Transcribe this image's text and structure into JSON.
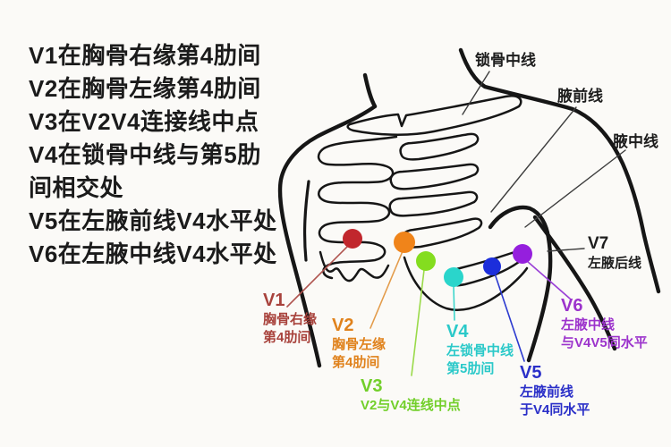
{
  "background_color": "#fbfaf7",
  "instructions": {
    "lines": [
      "V1在胸骨右缘第4肋间",
      "V2在胸骨左缘第4肋间",
      "V3在V2V4连接线中点",
      "V4在锁骨中线与第5肋",
      "间相交处",
      "V5在左腋前线V4水平处",
      "V6在左腋中线V4水平处"
    ]
  },
  "reference_lines": [
    {
      "id": "midclavicular-line",
      "label": "锁骨中线"
    },
    {
      "id": "anterior-axillary-line",
      "label": "腋前线"
    },
    {
      "id": "midaxillary-line",
      "label": "腋中线"
    }
  ],
  "electrodes": [
    {
      "id": "V1",
      "title": "V1",
      "lines": [
        "胸骨右缘",
        "第4肋间"
      ],
      "dot_color": "#c1272d",
      "text_color": "#a8423c"
    },
    {
      "id": "V2",
      "title": "V2",
      "lines": [
        "胸骨左缘",
        "第4肋间"
      ],
      "dot_color": "#f0841a",
      "text_color": "#e0821c"
    },
    {
      "id": "V3",
      "title": "V3",
      "lines": [
        "V2与V4连线中点"
      ],
      "dot_color": "#84dd1f",
      "text_color": "#72cf2a"
    },
    {
      "id": "V4",
      "title": "V4",
      "lines": [
        "左锁骨中线",
        "第5肋间"
      ],
      "dot_color": "#2ad5cb",
      "text_color": "#2bc9c9"
    },
    {
      "id": "V5",
      "title": "V5",
      "lines": [
        "左腋前线",
        "于V4同水平"
      ],
      "dot_color": "#1c2edb",
      "text_color": "#2a2fc8"
    },
    {
      "id": "V6",
      "title": "V6",
      "lines": [
        "左腋中线",
        "与V4V5同水平"
      ],
      "dot_color": "#951fdd",
      "text_color": "#9c33cc"
    },
    {
      "id": "V7",
      "title": "V7",
      "lines": [
        "左腋后线"
      ],
      "dot_color": "",
      "text_color": "#1d1d1d"
    }
  ]
}
